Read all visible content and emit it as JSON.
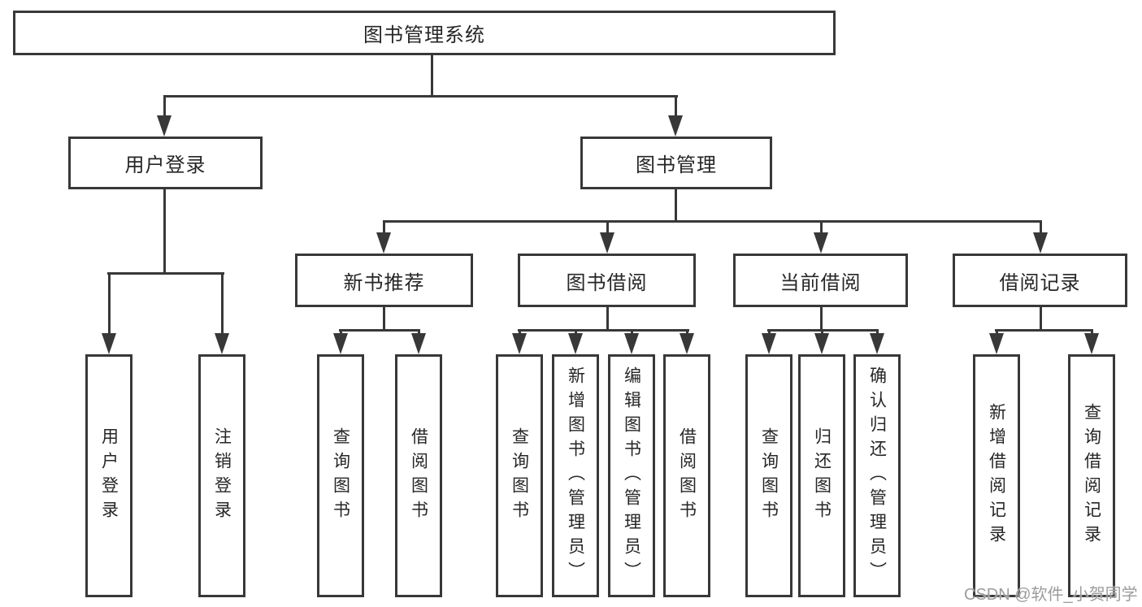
{
  "diagram": {
    "root": "图书管理系统",
    "level2": [
      "用户登录",
      "图书管理"
    ],
    "level3": [
      "新书推荐",
      "图书借阅",
      "当前借阅",
      "借阅记录"
    ],
    "leaves": {
      "user_login": [
        "用户登录",
        "注销登录"
      ],
      "new_book_recommend": [
        "查询图书",
        "借阅图书"
      ],
      "book_borrowing": [
        "查询图书",
        "新增图书（管理员）",
        "编辑图书（管理员）",
        "借阅图书"
      ],
      "current_borrowing": [
        "查询图书",
        "归还图书",
        "确认归还（管理员）"
      ],
      "borrowing_records": [
        "新增借阅记录",
        "查询借阅记录"
      ]
    }
  },
  "watermark": {
    "text": "CSDN @软件_小贺同学"
  },
  "colors": {
    "line": "#383838",
    "text": "#262626",
    "watermark": "#9c9c9c",
    "background": "#ffffff"
  }
}
